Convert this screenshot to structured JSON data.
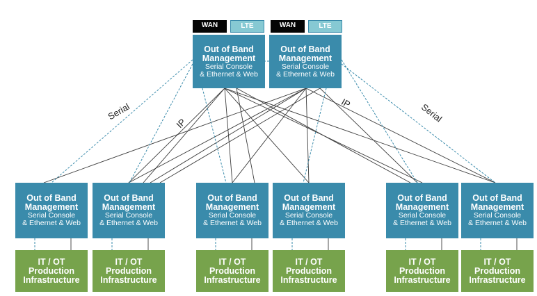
{
  "top_nodes": [
    {
      "wan_label": "WAN",
      "lte_label": "LTE",
      "title_line1": "Out of Band",
      "title_line2": "Management",
      "sub_line1": "Serial Console",
      "sub_line2": "& Ethernet & Web"
    },
    {
      "wan_label": "WAN",
      "lte_label": "LTE",
      "title_line1": "Out of Band",
      "title_line2": "Management",
      "sub_line1": "Serial Console",
      "sub_line2": "& Ethernet & Web"
    }
  ],
  "bottom_nodes": [
    {
      "title_line1": "Out of Band",
      "title_line2": "Management",
      "sub_line1": "Serial Console",
      "sub_line2": "& Ethernet & Web",
      "infra_line1": "IT / OT",
      "infra_line2": "Production",
      "infra_line3": "Infrastructure"
    },
    {
      "title_line1": "Out of Band",
      "title_line2": "Management",
      "sub_line1": "Serial Console",
      "sub_line2": "& Ethernet & Web",
      "infra_line1": "IT / OT",
      "infra_line2": "Production",
      "infra_line3": "Infrastructure"
    },
    {
      "title_line1": "Out of Band",
      "title_line2": "Management",
      "sub_line1": "Serial Console",
      "sub_line2": "& Ethernet & Web",
      "infra_line1": "IT / OT",
      "infra_line2": "Production",
      "infra_line3": "Infrastructure"
    },
    {
      "title_line1": "Out of Band",
      "title_line2": "Management",
      "sub_line1": "Serial Console",
      "sub_line2": "& Ethernet & Web",
      "infra_line1": "IT / OT",
      "infra_line2": "Production",
      "infra_line3": "Infrastructure"
    },
    {
      "title_line1": "Out of Band",
      "title_line2": "Management",
      "sub_line1": "Serial Console",
      "sub_line2": "& Ethernet & Web",
      "infra_line1": "IT / OT",
      "infra_line2": "Production",
      "infra_line3": "Infrastructure"
    },
    {
      "title_line1": "Out of Band",
      "title_line2": "Management",
      "sub_line1": "Serial Console",
      "sub_line2": "& Ethernet & Web",
      "infra_line1": "IT / OT",
      "infra_line2": "Production",
      "infra_line3": "Infrastructure"
    }
  ],
  "connection_labels": {
    "serial_left": "Serial",
    "ip_left": "IP",
    "ip_right": "IP",
    "serial_right": "Serial"
  },
  "colors": {
    "oob_box": "#3a8bab",
    "infra_box": "#77a34c",
    "wan_tag": "#050505",
    "lte_tag": "#86c9d3",
    "ip_line": "#3c3c3c",
    "serial_line": "#3a8bab"
  }
}
